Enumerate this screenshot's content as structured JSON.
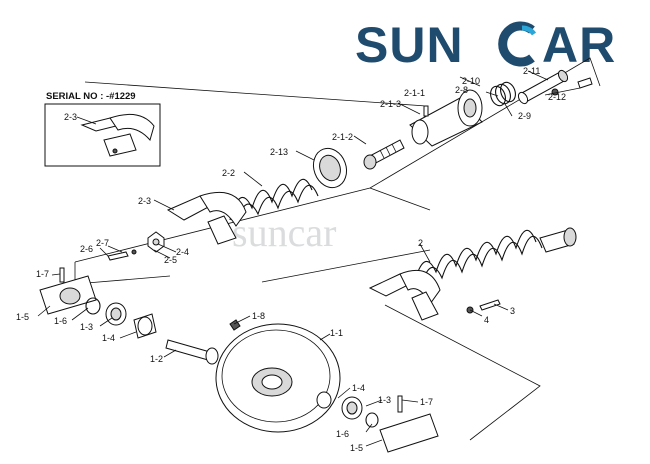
{
  "brand": {
    "name_left": "SUN",
    "name_right": "AR",
    "primary_color": "#1f4b6e",
    "accent_color": "#2aa7d8"
  },
  "watermark": "suncar",
  "serial": {
    "text": "SERIAL NO : -#1229"
  },
  "labels": {
    "l_2_11": "2-11",
    "l_2_10": "2-10",
    "l_2_8": "2-8",
    "l_2_1_1": "2-1-1",
    "l_2_1_3": "2-1-3",
    "l_2_12": "2-12",
    "l_2_9": "2-9",
    "l_2_3a": "2-3",
    "l_2_1_2": "2-1-2",
    "l_2_13": "2-13",
    "l_2_2": "2-2",
    "l_2_3b": "2-3",
    "l_2_7": "2-7",
    "l_2_6": "2-6",
    "l_2_4": "2-4",
    "l_2_5": "2-5",
    "l_2": "2",
    "l_1_7a": "1-7",
    "l_1_5a": "1-5",
    "l_1_6a": "1-6",
    "l_1_3a": "1-3",
    "l_1_4a": "1-4",
    "l_1_8": "1-8",
    "l_1_1": "1-1",
    "l_1_2": "1-2",
    "l_4": "4",
    "l_3": "3",
    "l_1_4b": "1-4",
    "l_1_3b": "1-3",
    "l_1_7b": "1-7",
    "l_1_6b": "1-6",
    "l_1_5b": "1-5"
  }
}
